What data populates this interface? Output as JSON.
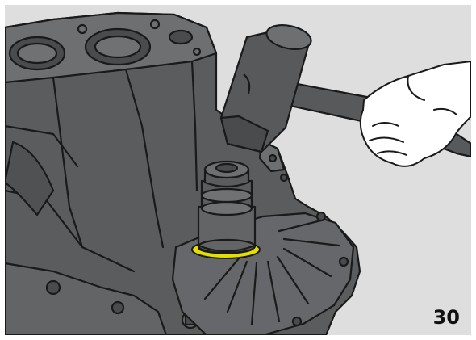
{
  "illustration": {
    "step_number": "30",
    "colors": {
      "background": "#dddedd",
      "housing": "#5b5c5e",
      "housing_light": "#707173",
      "outline": "#1a1a1a",
      "ring_highlight": "#e3e000",
      "mallet_head": "#58595b",
      "hand_fill": "#ffffff"
    },
    "icons": [
      "gearbox-housing",
      "seal-driver-tool",
      "mallet",
      "hand",
      "seal-ring"
    ]
  }
}
